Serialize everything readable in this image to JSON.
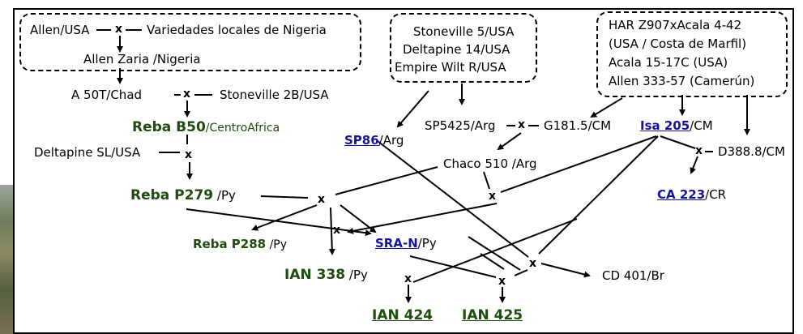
{
  "boxes": {
    "nigeria": {
      "line1_a": "Allen/USA",
      "line1_b": "Variedades locales de Nigeria",
      "line2": "Allen Zaria /Nigeria"
    },
    "usa": {
      "line1": "Stoneville 5/USA",
      "line2": "Deltapine 14/USA",
      "line3": "Empire Wilt R/USA"
    },
    "africa": {
      "line1": "HAR Z907xAcala 4-42",
      "line2": "(USA / Costa de Marfil)",
      "line3": "Acala 15-17C (USA)",
      "line4": "Allen 333-57 (Camerún)"
    }
  },
  "nodes": {
    "a50t": "A 50T/Chad",
    "stoneville2b": "Stoneville 2B/USA",
    "reba_b50_name": "Reba B50",
    "reba_b50_origin": "/CentroAfrica",
    "deltapine_sl": "Deltapine SL/USA",
    "reba_p279_name": "Reba P279",
    "reba_p279_origin": " /Py",
    "reba_p288_name": "Reba P288",
    "reba_p288_origin": " /Py",
    "ian338_name": "IAN 338",
    "ian338_origin": " /Py",
    "sp86_name": "SP86",
    "sp86_origin": "/Arg",
    "sp5425": "SP5425/Arg",
    "g1815": "G181.5/CM",
    "isa205_name": "Isa 205",
    "isa205_origin": "/CM",
    "d3888": "D388.8/CM",
    "chaco510": "Chaco 510 /Arg",
    "ca223_name": "CA 223",
    "ca223_origin": "/CR",
    "sran_name": "SRA-N",
    "sran_origin": "/Py",
    "cd401": "CD 401/Br",
    "ian424": "IAN 424",
    "ian425": "IAN 425"
  },
  "cross_symbol": "x"
}
